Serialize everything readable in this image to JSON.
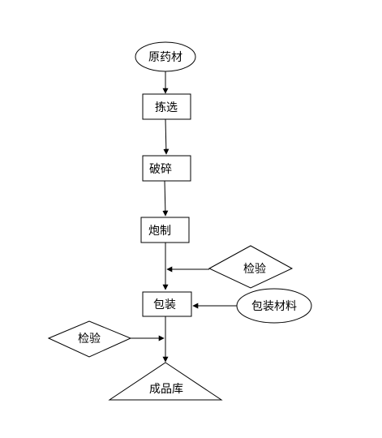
{
  "flowchart": {
    "nodes": {
      "raw_material": "原药材",
      "sorting": "拣选",
      "crushing": "破碎",
      "processing": "炮制",
      "inspection_right": "检验",
      "packaging": "包装",
      "packaging_material": "包装材料",
      "inspection_left": "检验",
      "warehouse": "成品库"
    }
  }
}
